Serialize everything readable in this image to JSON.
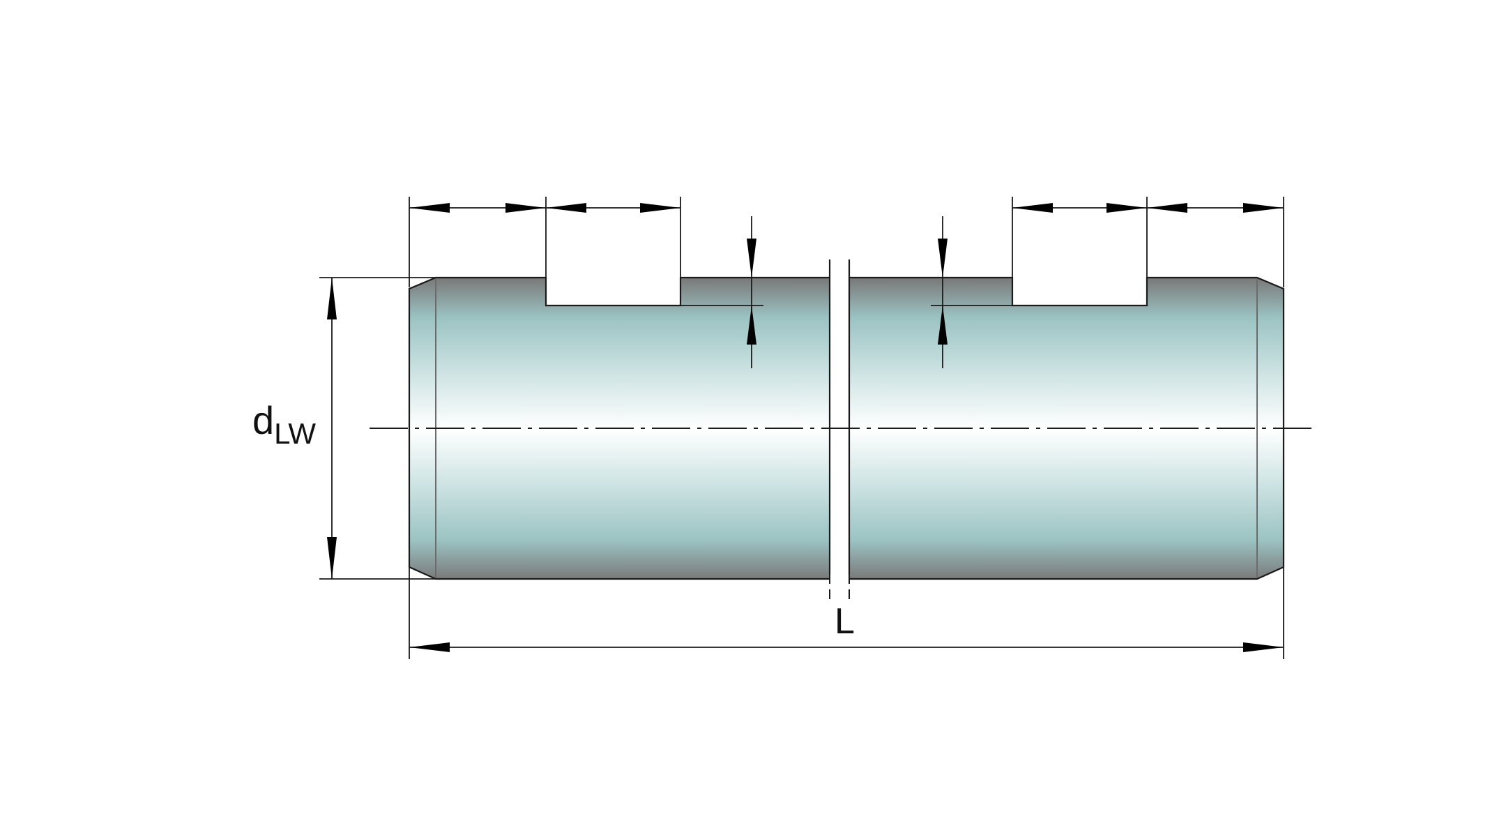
{
  "drawing": {
    "labels": {
      "diameter": "d",
      "diameter_subscript": "LW",
      "length": "L"
    },
    "colors": {
      "body_edge": "#7a7a7a",
      "body_mid": "#9cc3c3",
      "body_center": "#ffffff",
      "line": "#1a1a1a"
    }
  }
}
